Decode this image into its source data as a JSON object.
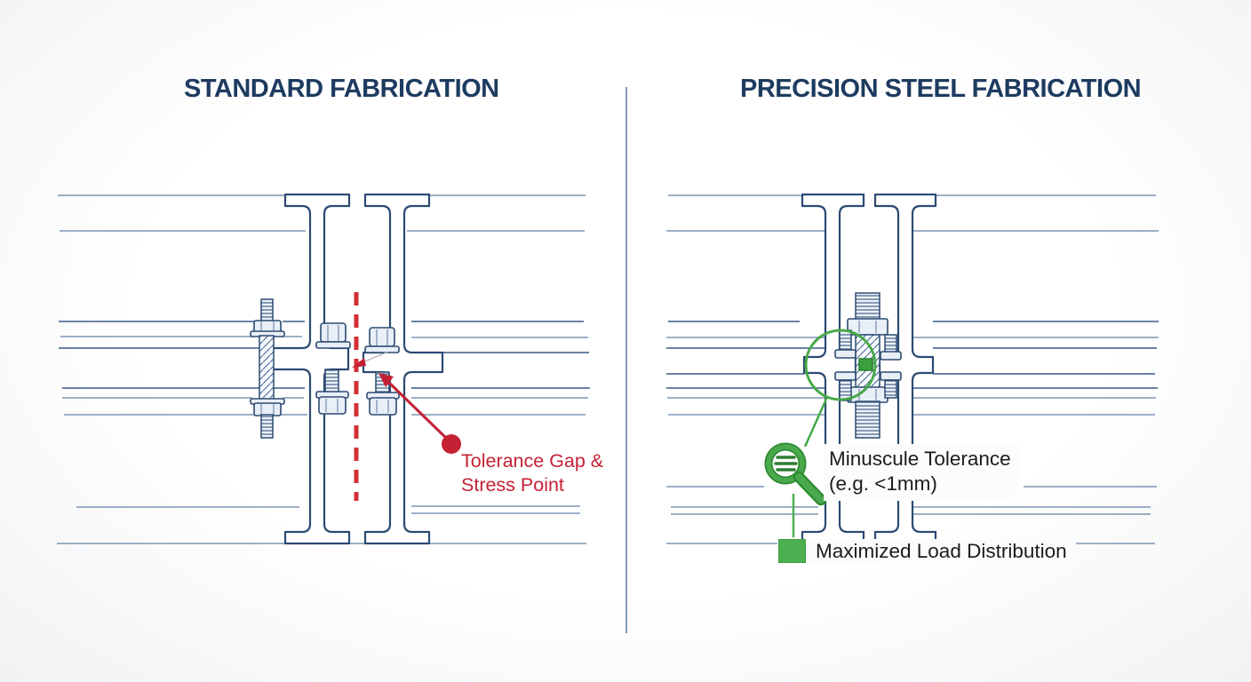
{
  "colors": {
    "navy": "#1d3b60",
    "steel": "#2c4a72",
    "line": "#7d95b4",
    "divider": "#6b89a6",
    "red": "#c42134",
    "red-bright": "#d22f34",
    "green": "#3f9e41",
    "green-dark": "#2e8b33",
    "green-legend": "#4caf50",
    "ink": "#1c1c1c"
  },
  "left_panel": {
    "title": "STANDARD FABRICATION",
    "callout": {
      "line1": "Tolerance Gap &",
      "line2": "Stress Point"
    }
  },
  "right_panel": {
    "title": "PRECISION STEEL FABRICATION",
    "callout": {
      "line1": "Minuscule Tolerance",
      "line2": "(e.g. <1mm)"
    },
    "legend": {
      "label": "Maximized Load Distribution"
    }
  },
  "icons": {
    "magnifier": "magnifier-icon",
    "tolerance_marker": "tolerance-gap-square",
    "stress_marker": "stress-point-dot"
  }
}
